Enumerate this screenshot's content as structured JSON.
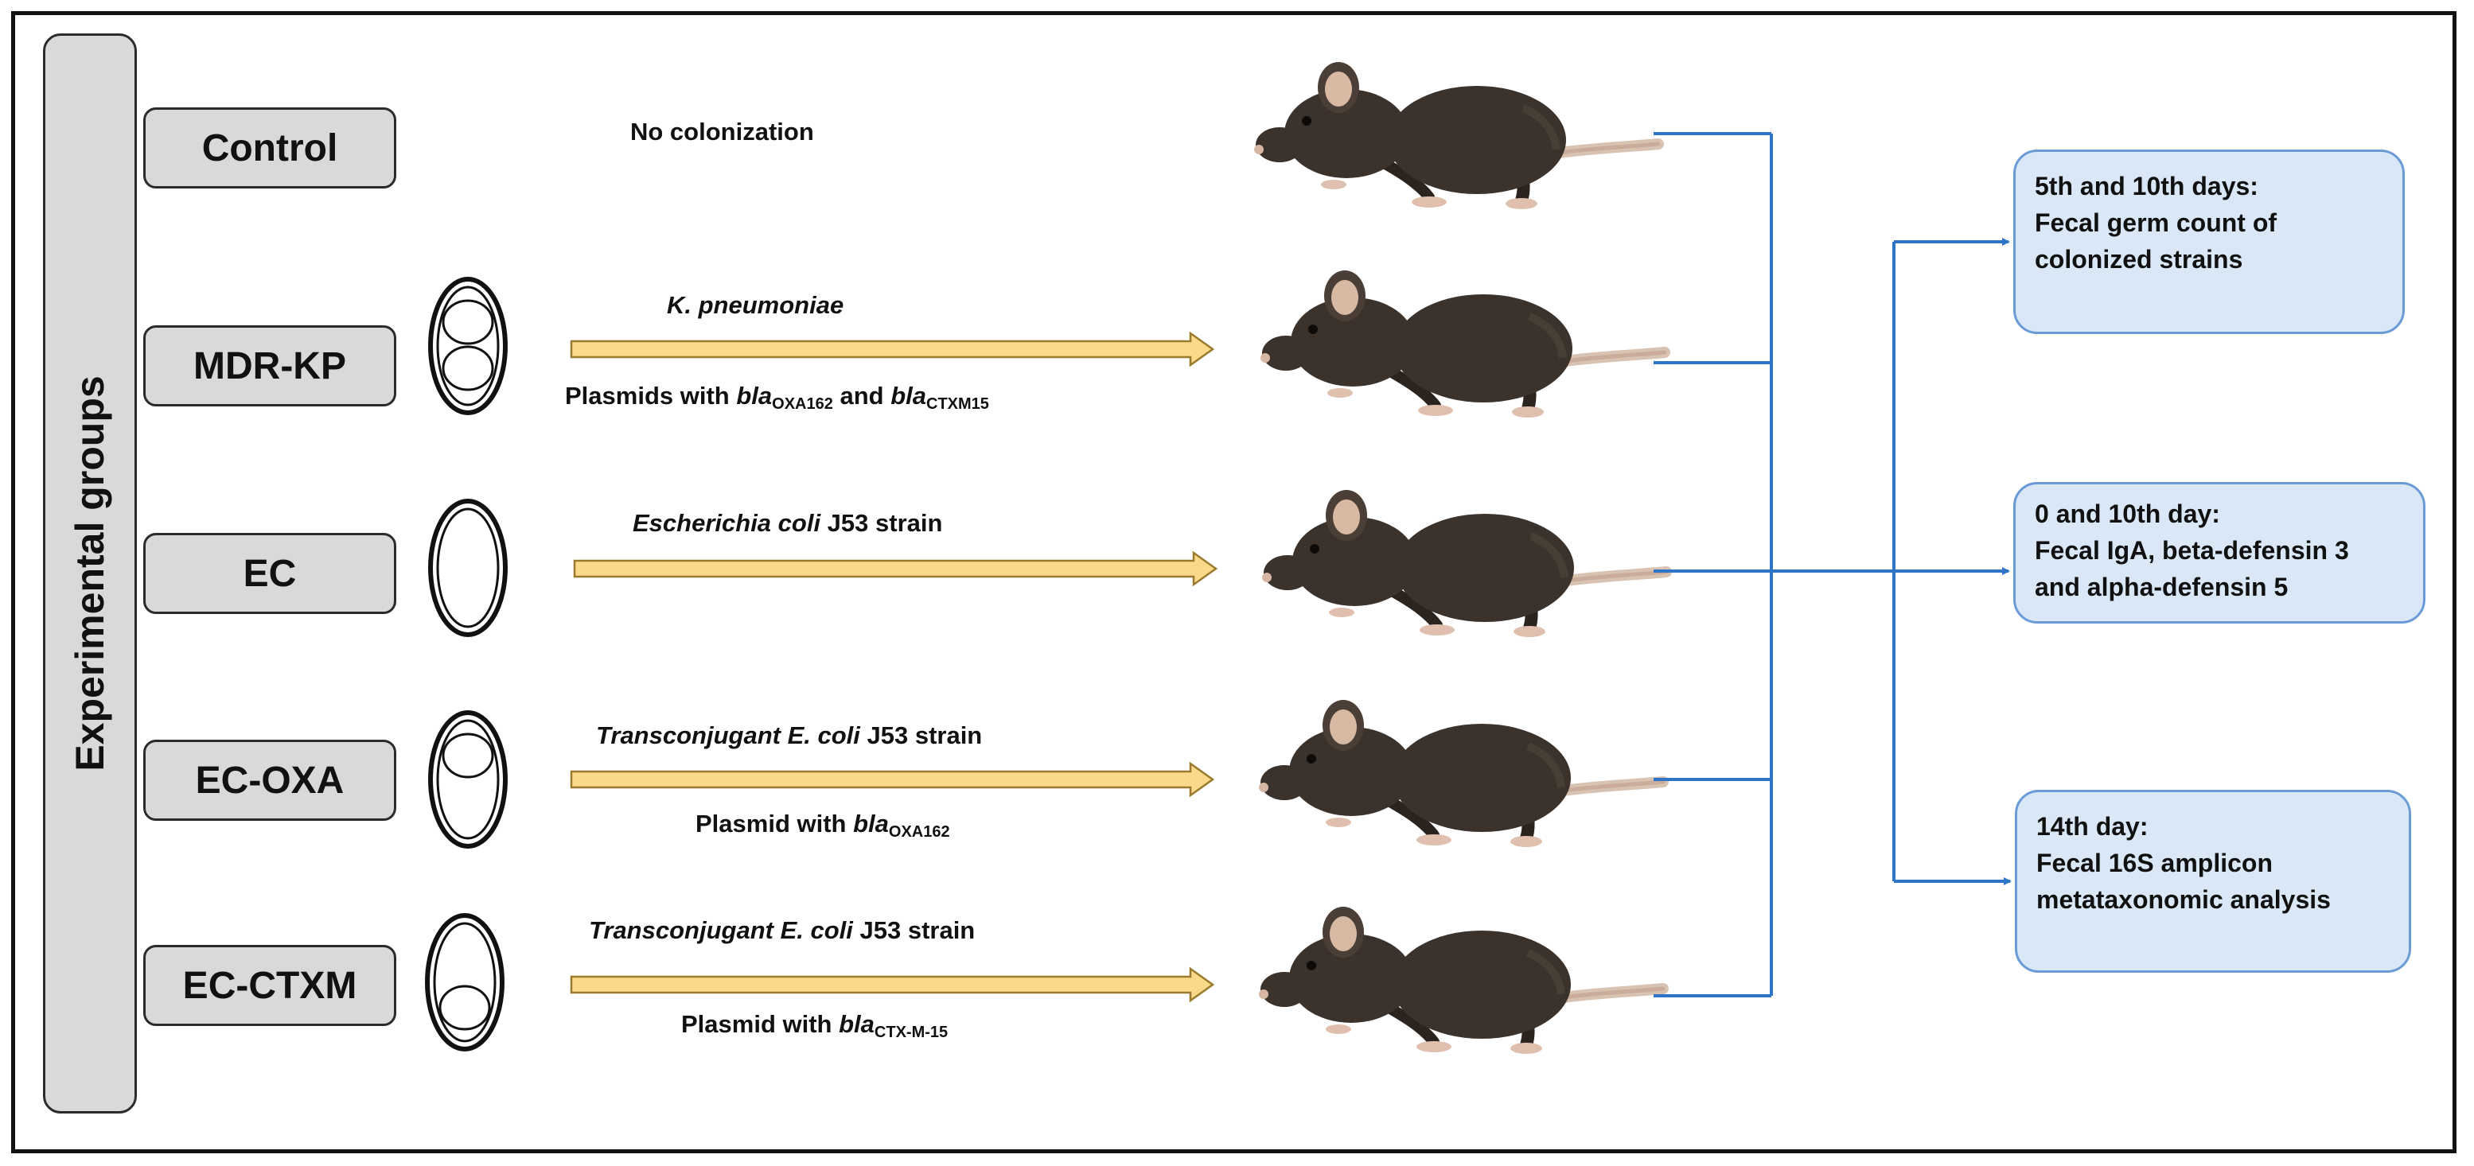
{
  "side_label": "Experimental groups",
  "groups": [
    {
      "name": "Control",
      "top_text": "No colonization",
      "bottom_prefix": "",
      "bottom_sub": ""
    },
    {
      "name": "MDR-KP",
      "top_text": "K. pneumoniae",
      "bottom_prefix": "Plasmids with ",
      "bottom_text": "Plasmids with blaOXA162 and blaCTXM15"
    },
    {
      "name": "EC",
      "top_italic": "Escherichia coli",
      "top_rest": " J53 strain"
    },
    {
      "name": "EC-OXA",
      "top_italic": "Transconjugant E. coli",
      "top_rest": " J53 strain",
      "bottom_prefix": "Plasmid with ",
      "bottom_gene": "bla",
      "bottom_sub": "OXA162"
    },
    {
      "name": "EC-CTXM",
      "top_italic": "Transconjugant E. coli",
      "top_rest": " J53 strain",
      "bottom_prefix": "Plasmid with ",
      "bottom_gene": "bla",
      "bottom_sub": "CTX-M-15"
    }
  ],
  "mdrkp_bottom": {
    "prefix": "Plasmids with ",
    "gene1": "bla",
    "sub1": "OXA162",
    "mid": " and ",
    "gene2": "bla",
    "sub2": "CTXM15"
  },
  "outcomes": [
    {
      "lines": [
        "5th and 10th days:",
        "Fecal germ count of",
        "colonized strains"
      ]
    },
    {
      "lines": [
        "0 and 10th day:",
        "Fecal IgA, beta-defensin 3",
        "and alpha-defensin 5"
      ]
    },
    {
      "lines": [
        "14th day:",
        "Fecal 16S amplicon",
        "metataxonomic analysis"
      ]
    }
  ],
  "colors": {
    "arrow_fill": "#fbd98b",
    "arrow_stroke": "#9a7a2c",
    "connector": "#2e75c8",
    "box_fill": "#dae7f7",
    "mouse": "#3b322c"
  },
  "icons": {
    "mouse": "mouse-icon",
    "egg": "plasmid-cell-icon"
  }
}
